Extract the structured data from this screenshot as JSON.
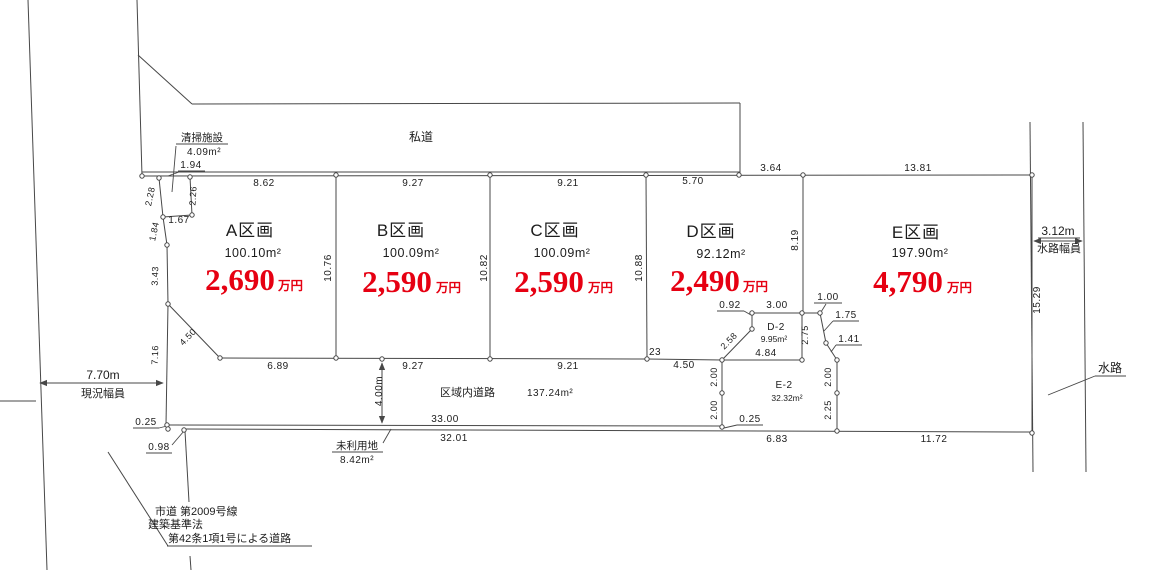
{
  "plots": [
    {
      "id": "A",
      "label": "A区画",
      "area": "100.10m²",
      "price": "2,690",
      "price_unit": "万円"
    },
    {
      "id": "B",
      "label": "B区画",
      "area": "100.09m²",
      "price": "2,590",
      "price_unit": "万円"
    },
    {
      "id": "C",
      "label": "C区画",
      "area": "100.09m²",
      "price": "2,590",
      "price_unit": "万円"
    },
    {
      "id": "D",
      "label": "D区画",
      "area": "92.12m²",
      "price": "2,490",
      "price_unit": "万円"
    },
    {
      "id": "E",
      "label": "E区画",
      "area": "197.90m²",
      "price": "4,790",
      "price_unit": "万円"
    }
  ],
  "subplots": [
    {
      "label": "D-2",
      "area": "9.95m²"
    },
    {
      "label": "E-2",
      "area": "32.32m²"
    }
  ],
  "features": {
    "private_road": "私道",
    "cleaning_facility": "清掃施設",
    "cleaning_facility_area": "4.09m²",
    "internal_road": "区域内道路",
    "internal_road_area": "137.24m²",
    "unused_land": "未利用地",
    "unused_land_area": "8.42m²",
    "waterway": "水路",
    "waterway_width_value": "3.12m",
    "waterway_width_label": "水路幅員",
    "frontage_width_value": "7.70m",
    "frontage_width_label": "現況幅員",
    "city_road_line1": "市道 第2009号線",
    "city_road_line2": "建築基準法",
    "city_road_line3": "第42条1項1号による道路"
  },
  "dims": {
    "a_top": "8.62",
    "b_top": "9.27",
    "c_top": "9.21",
    "d_top": "5.70",
    "d_top2": "3.64",
    "e_top": "13.81",
    "a_right": "10.76",
    "b_right": "10.82",
    "c_right": "10.88",
    "d_right": "8.19",
    "e_right": "15.29",
    "fac_top": "1.94",
    "fac_left": "2.28",
    "fac_right": "2.26",
    "fac_bottom": "1.67",
    "west_1": "1.84",
    "west_2": "3.43",
    "west_diag": "4.50",
    "west_3": "7.16",
    "west_off1": "0.25",
    "west_off2": "0.98",
    "a_bottom": "6.89",
    "b_bottom": "9.27",
    "c_bottom": "9.21",
    "c_step": "23",
    "d_bottom": "4.50",
    "road_len_top": "33.00",
    "road_len_bottom": "32.01",
    "road_width": "4.00m",
    "e2_bottom": "6.83",
    "e_bottom": "11.72",
    "d2_left": "0.92",
    "d2_top": "3.00",
    "d2_right": "2.75",
    "d2_bottom": "4.84",
    "d2_diag": "2.58",
    "e_jog1": "1.00",
    "e_jog2": "1.75",
    "e_jog3": "1.41",
    "e2_left1": "2.00",
    "e2_left2": "2.00",
    "e2_right1": "2.00",
    "e2_right2": "2.25",
    "e2_corner": "0.25"
  },
  "colors": {
    "price_red": "#e60012",
    "line": "#474747",
    "text": "#1c1c1c",
    "background": "#ffffff"
  }
}
